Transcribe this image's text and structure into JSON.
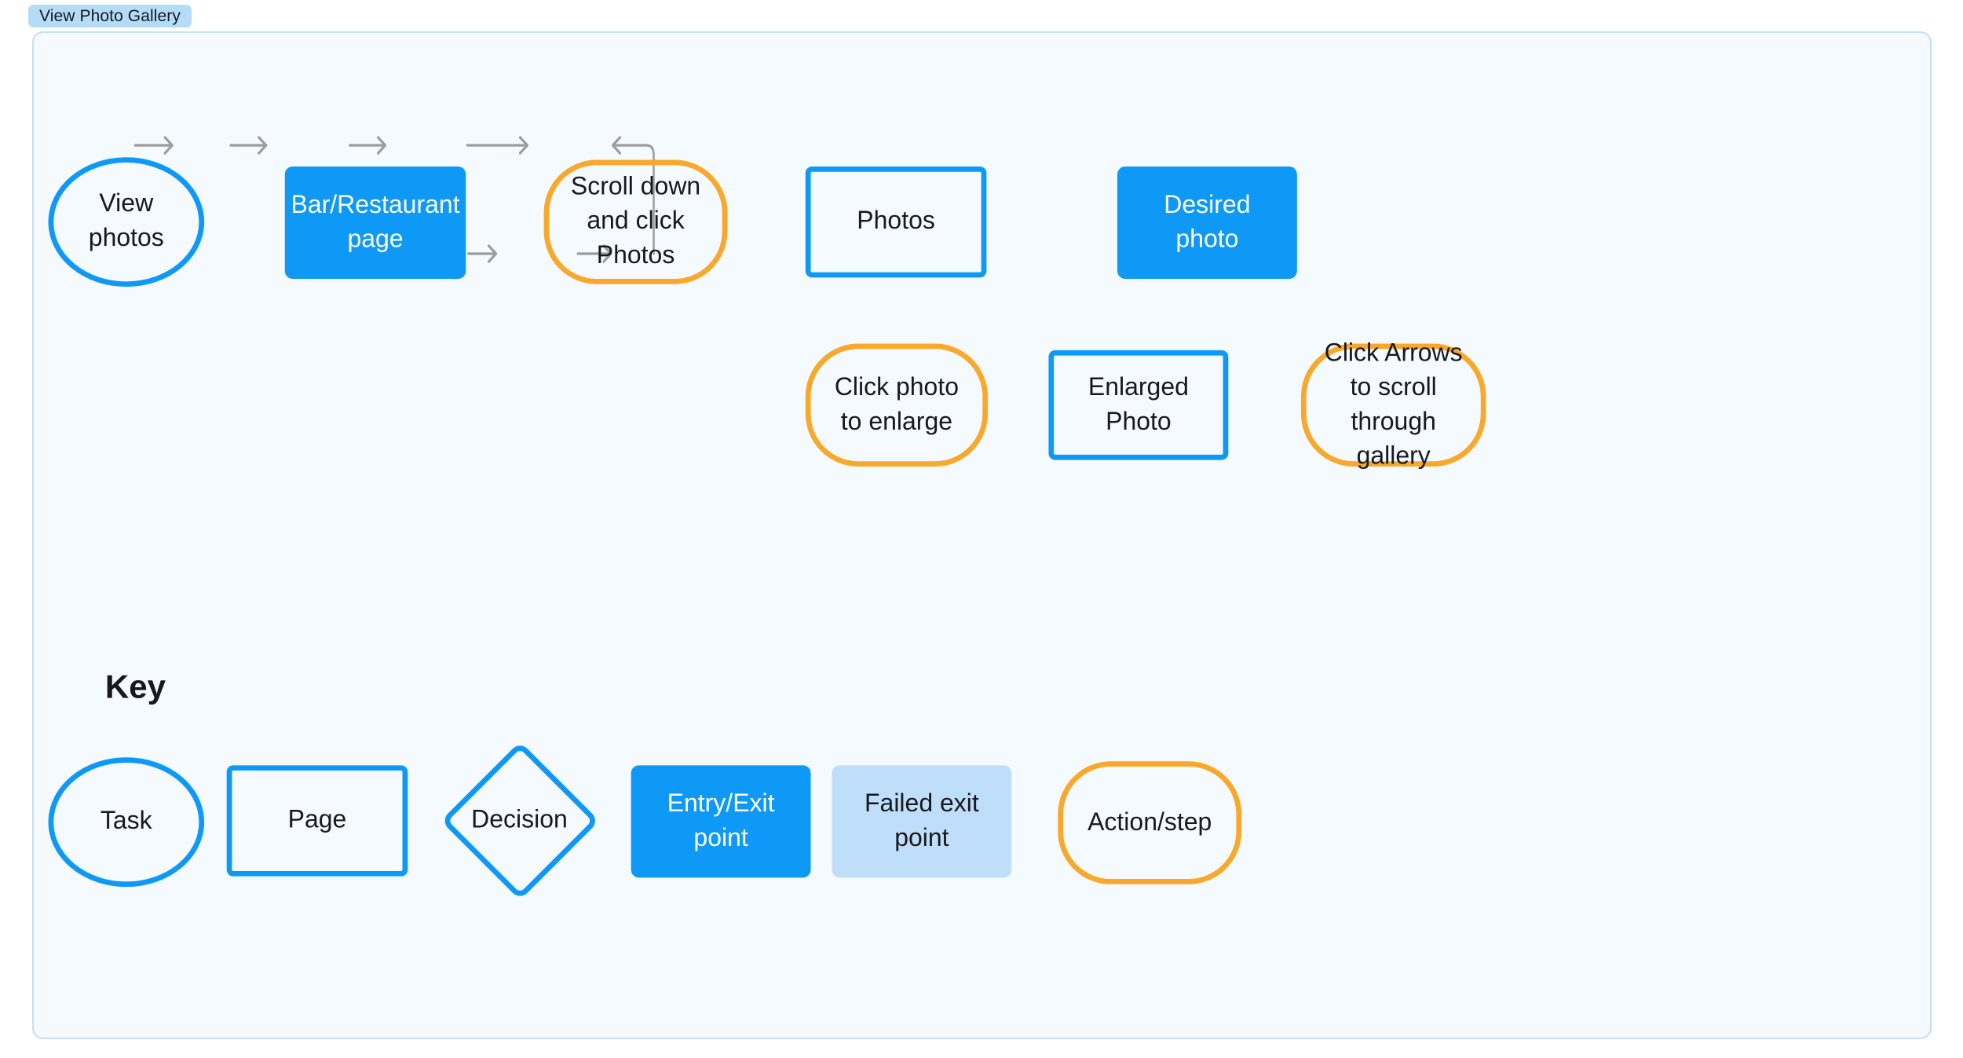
{
  "tab": {
    "label": "View Photo Gallery"
  },
  "colors": {
    "accent_blue": "#0d99f5",
    "accent_orange": "#f9a82b",
    "light_blue_fill": "#bfdefa",
    "canvas_bg": "#f4fafe",
    "canvas_border": "#bfe0f8",
    "edge_gray": "#9b9b9b",
    "text_dark": "#18191c",
    "text_light": "#ffffff",
    "tab_pill_bg": "#b5dcf7"
  },
  "flow": {
    "nodes": [
      {
        "id": "view-photos",
        "label": "View photos",
        "shape": "circle"
      },
      {
        "id": "bar-restaurant",
        "label": "Bar/Restaurant page",
        "shape": "entry-exit"
      },
      {
        "id": "scroll-photos",
        "label": "Scroll down and click Photos",
        "shape": "action"
      },
      {
        "id": "photos",
        "label": "Photos",
        "shape": "page"
      },
      {
        "id": "desired-photo",
        "label": "Desired photo",
        "shape": "entry-exit"
      },
      {
        "id": "click-enlarge",
        "label": "Click photo to enlarge",
        "shape": "action"
      },
      {
        "id": "enlarged-photo",
        "label": "Enlarged Photo",
        "shape": "page"
      },
      {
        "id": "click-arrows",
        "label": "Click Arrows to scroll through gallery",
        "shape": "action"
      }
    ],
    "edges": [
      {
        "from": "view-photos",
        "to": "bar-restaurant",
        "type": "straight-right"
      },
      {
        "from": "bar-restaurant",
        "to": "scroll-photos",
        "type": "straight-right"
      },
      {
        "from": "scroll-photos",
        "to": "photos",
        "type": "straight-right"
      },
      {
        "from": "photos",
        "to": "desired-photo",
        "type": "straight-right"
      },
      {
        "from": "photos",
        "to": "click-enlarge",
        "type": "straight-down"
      },
      {
        "from": "click-enlarge",
        "to": "enlarged-photo",
        "type": "straight-right"
      },
      {
        "from": "enlarged-photo",
        "to": "click-arrows",
        "type": "straight-right"
      },
      {
        "from": "click-arrows",
        "to": "desired-photo",
        "type": "elbow-up-left"
      }
    ]
  },
  "key": {
    "heading": "Key",
    "items": [
      {
        "id": "task",
        "label": "Task",
        "shape": "circle"
      },
      {
        "id": "page",
        "label": "Page",
        "shape": "page"
      },
      {
        "id": "decision",
        "label": "Decision",
        "shape": "diamond"
      },
      {
        "id": "entry-exit",
        "label": "Entry/Exit point",
        "shape": "entry-exit"
      },
      {
        "id": "failed-exit",
        "label": "Failed exit point",
        "shape": "failed-exit"
      },
      {
        "id": "action-step",
        "label": "Action/step",
        "shape": "action"
      }
    ]
  }
}
